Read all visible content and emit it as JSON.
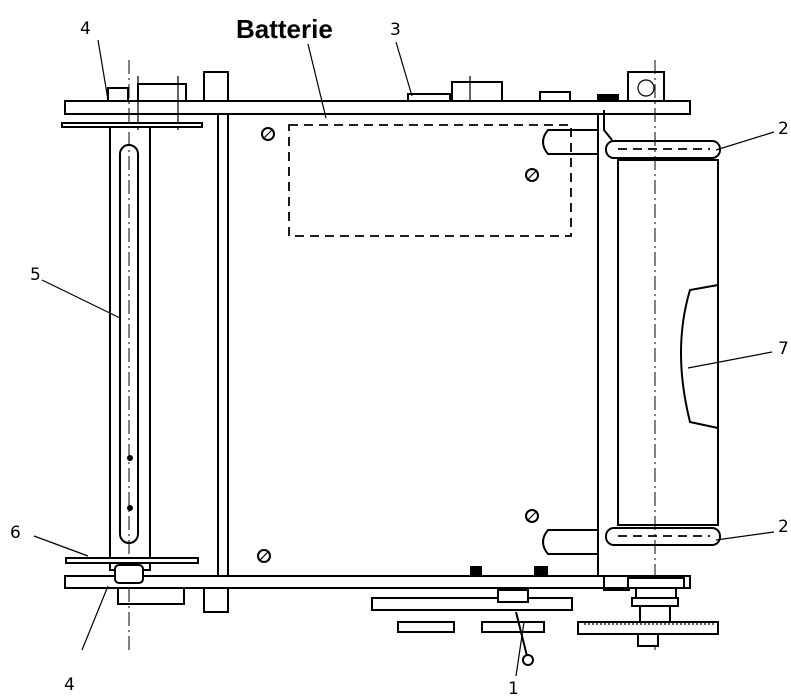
{
  "title": "Batterie",
  "labels": {
    "l1": "1",
    "l2a": "2",
    "l2b": "2",
    "l3": "3",
    "l4a": "4",
    "l4b": "4",
    "l5": "5",
    "l6": "6",
    "l7": "7"
  }
}
